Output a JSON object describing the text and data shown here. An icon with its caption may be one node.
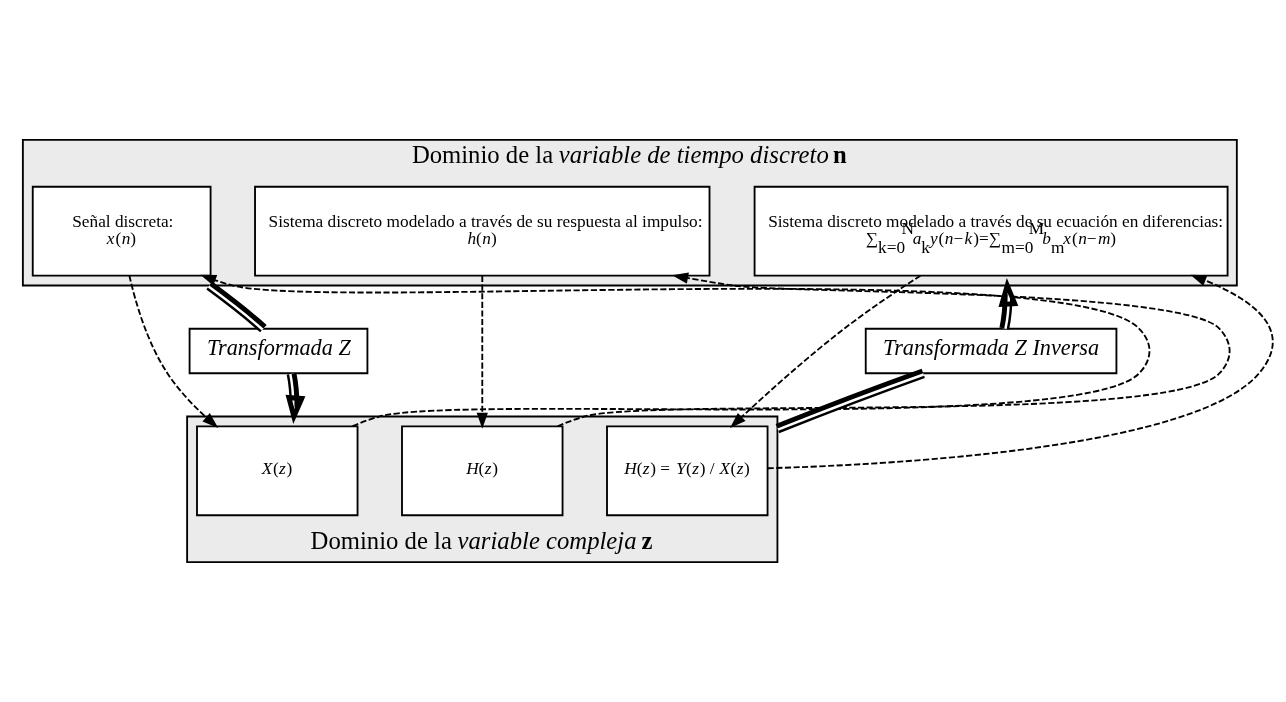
{
  "diagram": {
    "nodes": [
      {
        "text": [
          "Dominio de la *variable de tiempo discreto* **n**"
        ]
      },
      {
        "text": [
          "Señal discreta:",
          "*x*(*n*)"
        ],
        "in": 0
      },
      {
        "text": [
          "Sistema discreto modelado a través de su respuesta al impulso:",
          "*h*(*n*)"
        ],
        "in": 0
      },
      {
        "text": [
          "Sistema discreto modelado a través de su ecuación en diferencias:",
          "∑$_{k=0}$$^{N}$*a*$_{k}$*y*(*n*−*k*)=∑$_{m=0}$$^{M}$*b*$_{m}$*x*(*n*−*m*)"
        ],
        "in": 0
      },
      {
        "text": [
          "Dominio de la *variable compleja* **z**"
        ]
      },
      {
        "text": [
          "*X*(*z*)"
        ],
        "in": 4
      },
      {
        "text": [
          "*H*(*z*)"
        ],
        "in": 4
      },
      {
        "text": [
          "*H*(*z*) = *Y*(*z*) / *X*(*z*)"
        ],
        "in": 4
      },
      {
        "text": [
          "*Transformada Z*"
        ]
      },
      {
        "text": [
          "*Transformada Z Inversa*"
        ]
      }
    ],
    "edges": [
      {
        "from": 1,
        "to": 5,
        "arrow": "to",
        "style": "dashed"
      },
      {
        "from": 5,
        "to": 1,
        "arrow": "to",
        "style": "dashed"
      },
      {
        "from": 2,
        "to": 6,
        "arrow": "to",
        "style": "dashed"
      },
      {
        "from": 6,
        "to": 2,
        "arrow": "to",
        "style": "dashed"
      },
      {
        "from": 3,
        "to": 7,
        "arrow": "to",
        "style": "dashed"
      },
      {
        "from": 7,
        "to": 3,
        "arrow": "to",
        "style": "dashed"
      },
      {
        "from": 0,
        "to": 8,
        "arrow": "none",
        "style": "thick"
      },
      {
        "from": 8,
        "to": 4,
        "arrow": "to",
        "style": "thick"
      },
      {
        "from": 4,
        "to": 9,
        "arrow": "none",
        "style": "thick"
      },
      {
        "from": 9,
        "to": 0,
        "arrow": "to",
        "style": "thick"
      }
    ]
  }
}
